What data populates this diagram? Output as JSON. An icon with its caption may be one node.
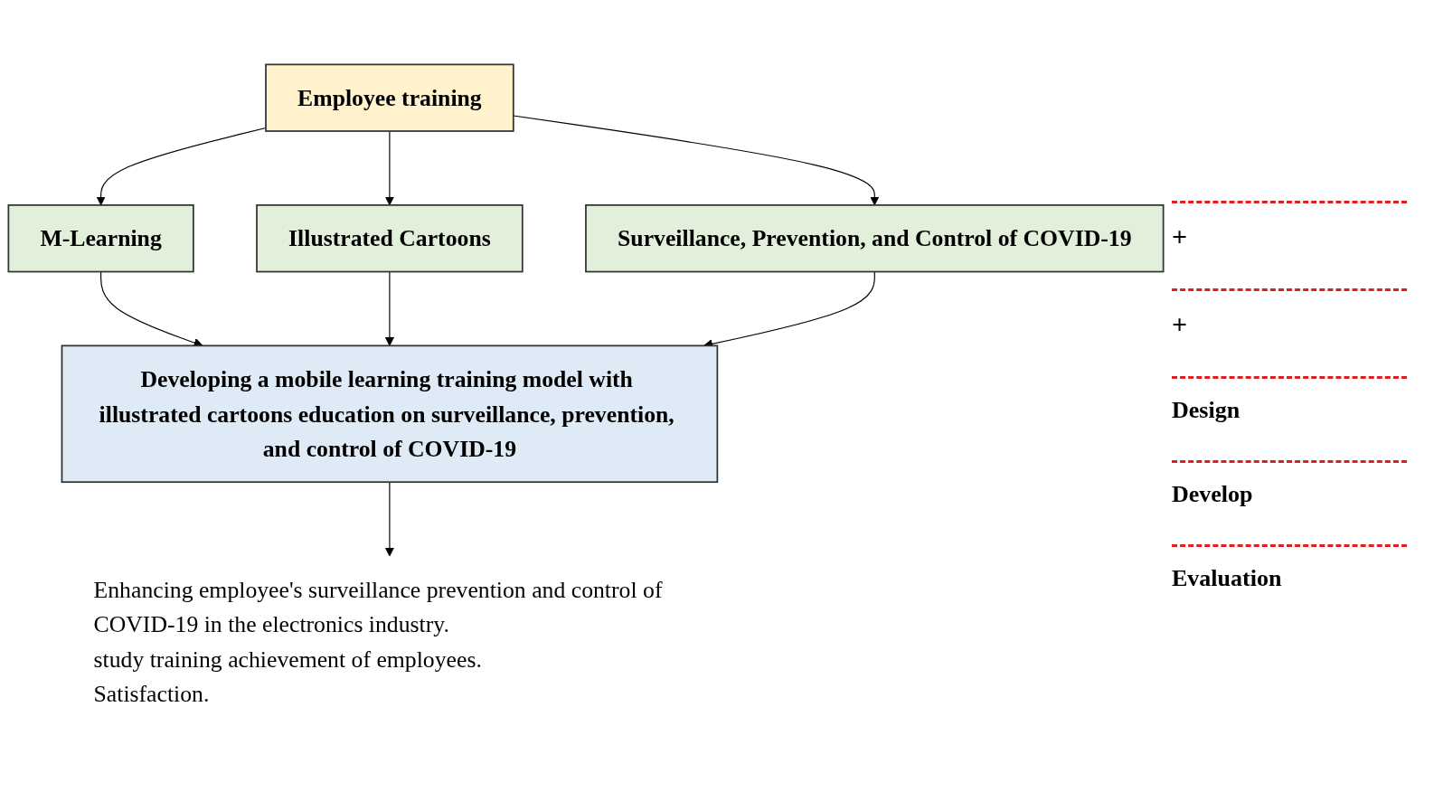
{
  "diagram": {
    "nodes": [
      {
        "text": [
          "Employee training"
        ]
      },
      {
        "text": [
          "M-Learning"
        ]
      },
      {
        "text": [
          "Illustrated Cartoons"
        ]
      },
      {
        "text": [
          "Surveillance, Prevention, and Control of COVID-19"
        ]
      },
      {
        "text": [
          "Developing a mobile learning training model with illustrated cartoons education on surveillance, prevention, and control of COVID-19"
        ]
      },
      {
        "text": [
          "Enhancing employee's surveillance prevention and control of COVID-19 in the electronics industry.",
          "study training achievement of employees.",
          "Satisfaction."
        ]
      }
    ],
    "edges": [
      {
        "from": 0,
        "to": 1,
        "arrow": "to"
      },
      {
        "from": 0,
        "to": 2,
        "arrow": "to"
      },
      {
        "from": 0,
        "to": 3,
        "arrow": "to"
      },
      {
        "from": 1,
        "to": 4,
        "arrow": "to"
      },
      {
        "from": 2,
        "to": 4,
        "arrow": "to"
      },
      {
        "from": 3,
        "to": 4,
        "arrow": "to"
      },
      {
        "from": 4,
        "to": 5,
        "arrow": "to"
      }
    ],
    "labels": [
      "+",
      "+",
      "Design",
      "Develop",
      "Evaluation"
    ]
  }
}
